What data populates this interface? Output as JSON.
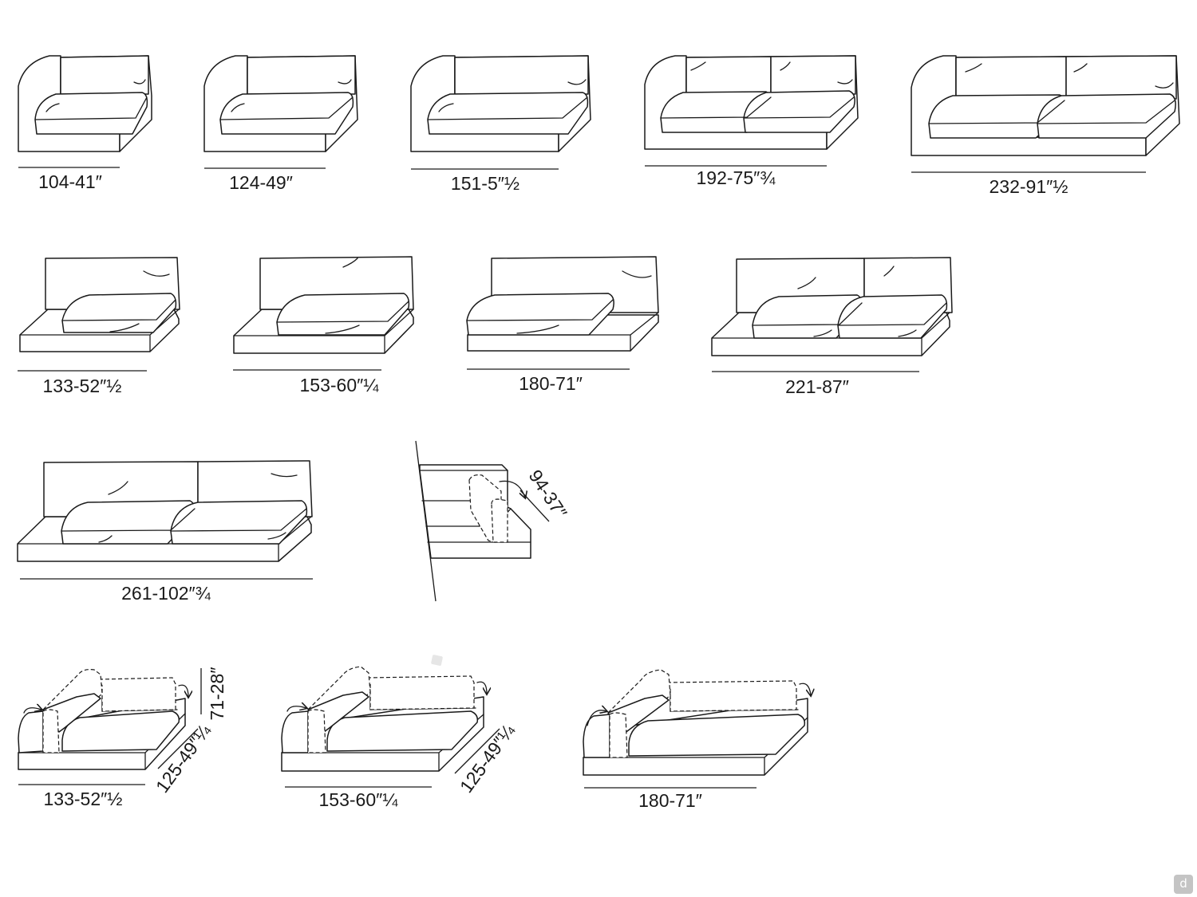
{
  "sheet": {
    "rows": [
      {
        "modules": [
          {
            "id": "m104",
            "width_label": "104-41″"
          },
          {
            "id": "m124",
            "width_label": "124-49″"
          },
          {
            "id": "m151",
            "width_label": "151-5″½"
          },
          {
            "id": "m192",
            "width_label": "192-75″¾"
          },
          {
            "id": "m232",
            "width_label": "232-91″½"
          }
        ]
      },
      {
        "modules": [
          {
            "id": "p133",
            "width_label": "133-52″½"
          },
          {
            "id": "p153",
            "width_label": "153-60″¼"
          },
          {
            "id": "p180",
            "width_label": "180-71″"
          },
          {
            "id": "p221",
            "width_label": "221-87″"
          }
        ]
      },
      {
        "modules": [
          {
            "id": "p261",
            "width_label": "261-102″¾"
          },
          {
            "id": "side",
            "depth_label": "94-37″"
          }
        ]
      },
      {
        "modules": [
          {
            "id": "c133",
            "width_label": "133-52″½",
            "depth_label": "125-49″¼",
            "height_label": "71-28″"
          },
          {
            "id": "c153",
            "width_label": "153-60″¼",
            "depth_label": "125-49″¼"
          },
          {
            "id": "c180",
            "width_label": "180-71″"
          }
        ]
      }
    ]
  },
  "logo": {
    "glyph": "d"
  },
  "colors": {
    "line": "#1a1a1a",
    "badge": "#c4c4c4"
  }
}
